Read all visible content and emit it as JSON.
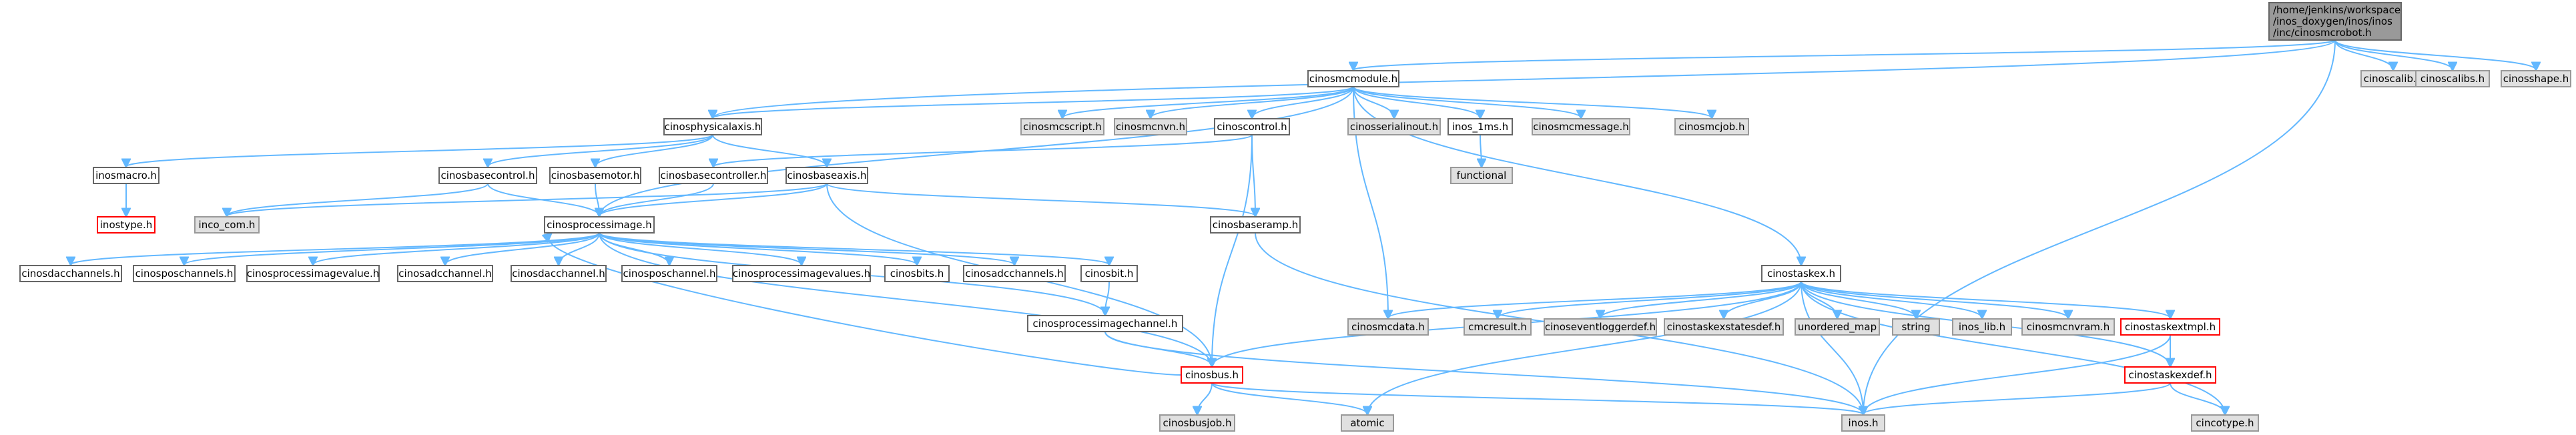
{
  "colors": {
    "edge": "#63b8ff",
    "box_border": "#666666",
    "box_fill_documented": "#ffffff",
    "box_fill_external": "#e0e0e0",
    "box_fill_root": "#999999",
    "box_border_red": "#ff0000",
    "text": "#000000"
  },
  "nodes": [
    {
      "id": "root",
      "lines": [
        "/home/jenkins/workspace",
        "/inos_doxygen/inos/inos",
        "/inc/cinosmcrobot.h"
      ],
      "style": "root"
    },
    {
      "id": "cinosmcmodule",
      "lines": [
        "cinosmcmodule.h"
      ],
      "style": "documented"
    },
    {
      "id": "cinoscalib",
      "lines": [
        "cinoscalib.h"
      ],
      "style": "external"
    },
    {
      "id": "cinoscalibs",
      "lines": [
        "cinoscalibs.h"
      ],
      "style": "external"
    },
    {
      "id": "cinosshape",
      "lines": [
        "cinosshape.h"
      ],
      "style": "external"
    },
    {
      "id": "cinosphysicalaxis",
      "lines": [
        "cinosphysicalaxis.h"
      ],
      "style": "documented"
    },
    {
      "id": "cinosmcscript",
      "lines": [
        "cinosmcscript.h"
      ],
      "style": "external"
    },
    {
      "id": "cinosmcnvn",
      "lines": [
        "cinosmcnvn.h"
      ],
      "style": "external"
    },
    {
      "id": "cinoscontrol",
      "lines": [
        "cinoscontrol.h"
      ],
      "style": "documented"
    },
    {
      "id": "cinosserialinout",
      "lines": [
        "cinosserialinout.h"
      ],
      "style": "external"
    },
    {
      "id": "inos1ms",
      "lines": [
        "inos_1ms.h"
      ],
      "style": "documented"
    },
    {
      "id": "cinosmcmessage",
      "lines": [
        "cinosmcmessage.h"
      ],
      "style": "external"
    },
    {
      "id": "cinosmcjob",
      "lines": [
        "cinosmcjob.h"
      ],
      "style": "external"
    },
    {
      "id": "inosmacro",
      "lines": [
        "inosmacro.h"
      ],
      "style": "documented"
    },
    {
      "id": "cinosbasecontrol",
      "lines": [
        "cinosbasecontrol.h"
      ],
      "style": "documented"
    },
    {
      "id": "cinosbasemotor",
      "lines": [
        "cinosbasemotor.h"
      ],
      "style": "documented"
    },
    {
      "id": "cinosbasecontroller",
      "lines": [
        "cinosbasecontroller.h"
      ],
      "style": "documented"
    },
    {
      "id": "cinosbaseaxis",
      "lines": [
        "cinosbaseaxis.h"
      ],
      "style": "documented"
    },
    {
      "id": "functional",
      "lines": [
        "functional"
      ],
      "style": "external"
    },
    {
      "id": "inostype",
      "lines": [
        "inostype.h"
      ],
      "style": "red"
    },
    {
      "id": "inco_com",
      "lines": [
        "inco_com.h"
      ],
      "style": "external"
    },
    {
      "id": "cinosprocessimage",
      "lines": [
        "cinosprocessimage.h"
      ],
      "style": "documented"
    },
    {
      "id": "cinosbaseramp",
      "lines": [
        "cinosbaseramp.h"
      ],
      "style": "documented"
    },
    {
      "id": "cinosdacchannels",
      "lines": [
        "cinosdacchannels.h"
      ],
      "style": "documented"
    },
    {
      "id": "cinosposchannels",
      "lines": [
        "cinosposchannels.h"
      ],
      "style": "documented"
    },
    {
      "id": "cinosprocessimagevalue",
      "lines": [
        "cinosprocessimagevalue.h"
      ],
      "style": "documented"
    },
    {
      "id": "cinosadcchannel",
      "lines": [
        "cinosadcchannel.h"
      ],
      "style": "documented"
    },
    {
      "id": "cinosdacchannel",
      "lines": [
        "cinosdacchannel.h"
      ],
      "style": "documented"
    },
    {
      "id": "cinosposchannel",
      "lines": [
        "cinosposchannel.h"
      ],
      "style": "documented"
    },
    {
      "id": "cinosprocessimagevalues",
      "lines": [
        "cinosprocessimagevalues.h"
      ],
      "style": "documented"
    },
    {
      "id": "cinosbits",
      "lines": [
        "cinosbits.h"
      ],
      "style": "documented"
    },
    {
      "id": "cinosadcchannels",
      "lines": [
        "cinosadcchannels.h"
      ],
      "style": "documented"
    },
    {
      "id": "cinosbit",
      "lines": [
        "cinosbit.h"
      ],
      "style": "documented"
    },
    {
      "id": "cinostaskex",
      "lines": [
        "cinostaskex.h"
      ],
      "style": "documented"
    },
    {
      "id": "cinosmcdata",
      "lines": [
        "cinosmcdata.h"
      ],
      "style": "external"
    },
    {
      "id": "cmcresult",
      "lines": [
        "cmcresult.h"
      ],
      "style": "external"
    },
    {
      "id": "cinoseventloggerdef",
      "lines": [
        "cinoseventloggerdef.h"
      ],
      "style": "external"
    },
    {
      "id": "cinostaskexstatesdef",
      "lines": [
        "cinostaskexstatesdef.h"
      ],
      "style": "external"
    },
    {
      "id": "unordered_map",
      "lines": [
        "unordered_map"
      ],
      "style": "external"
    },
    {
      "id": "string",
      "lines": [
        "string"
      ],
      "style": "external"
    },
    {
      "id": "inos_lib",
      "lines": [
        "inos_lib.h"
      ],
      "style": "external"
    },
    {
      "id": "cinosmcnvram",
      "lines": [
        "cinosmcnvram.h"
      ],
      "style": "external"
    },
    {
      "id": "cinostaskextmpl",
      "lines": [
        "cinostaskextmpl.h"
      ],
      "style": "red"
    },
    {
      "id": "cinosprocessimagechannel",
      "lines": [
        "cinosprocessimagechannel.h"
      ],
      "style": "documented"
    },
    {
      "id": "cinostaskexdef",
      "lines": [
        "cinostaskexdef.h"
      ],
      "style": "red"
    },
    {
      "id": "cinosbus",
      "lines": [
        "cinosbus.h"
      ],
      "style": "red"
    },
    {
      "id": "cinosbusjob",
      "lines": [
        "cinosbusjob.h"
      ],
      "style": "external"
    },
    {
      "id": "atomic",
      "lines": [
        "atomic"
      ],
      "style": "external"
    },
    {
      "id": "inos",
      "lines": [
        "inos.h"
      ],
      "style": "external"
    },
    {
      "id": "cincotype",
      "lines": [
        "cincotype.h"
      ],
      "style": "external"
    }
  ],
  "edges": [
    [
      "root",
      "cinosmcmodule"
    ],
    [
      "root",
      "cinoscalib"
    ],
    [
      "root",
      "cinoscalibs"
    ],
    [
      "root",
      "cinosshape"
    ],
    [
      "root",
      "cinosphysicalaxis"
    ],
    [
      "root",
      "inos"
    ],
    [
      "cinosmcmodule",
      "cinosphysicalaxis"
    ],
    [
      "cinosmcmodule",
      "cinosmcscript"
    ],
    [
      "cinosmcmodule",
      "cinosmcnvn"
    ],
    [
      "cinosmcmodule",
      "cinoscontrol"
    ],
    [
      "cinosmcmodule",
      "cinosserialinout"
    ],
    [
      "cinosmcmodule",
      "inos1ms"
    ],
    [
      "cinosmcmodule",
      "cinosmcmessage"
    ],
    [
      "cinosmcmodule",
      "cinosmcjob"
    ],
    [
      "cinosmcmodule",
      "cinosprocessimage"
    ],
    [
      "cinosmcmodule",
      "cinosmcdata"
    ],
    [
      "cinosmcmodule",
      "cinostaskex"
    ],
    [
      "cinosphysicalaxis",
      "inosmacro"
    ],
    [
      "cinosphysicalaxis",
      "cinosbasecontrol"
    ],
    [
      "cinosphysicalaxis",
      "cinosbasemotor"
    ],
    [
      "cinosphysicalaxis",
      "cinosbaseaxis"
    ],
    [
      "cinoscontrol",
      "cinosbasecontroller"
    ],
    [
      "cinoscontrol",
      "cinosbaseramp"
    ],
    [
      "cinoscontrol",
      "cinosbus"
    ],
    [
      "inos1ms",
      "functional"
    ],
    [
      "inosmacro",
      "inostype"
    ],
    [
      "cinosbasecontrol",
      "inco_com"
    ],
    [
      "cinosbasecontrol",
      "cinosprocessimage"
    ],
    [
      "cinosbasemotor",
      "cinosprocessimage"
    ],
    [
      "cinosbasecontroller",
      "cinosprocessimage"
    ],
    [
      "cinosbaseaxis",
      "inco_com"
    ],
    [
      "cinosbaseaxis",
      "cinosprocessimage"
    ],
    [
      "cinosbaseaxis",
      "cinosbaseramp"
    ],
    [
      "cinosbaseaxis",
      "cinosbus"
    ],
    [
      "cinosprocessimage",
      "cinosdacchannels"
    ],
    [
      "cinosprocessimage",
      "cinosposchannels"
    ],
    [
      "cinosprocessimage",
      "cinosprocessimagevalue"
    ],
    [
      "cinosprocessimage",
      "cinosadcchannel"
    ],
    [
      "cinosprocessimage",
      "cinosdacchannel"
    ],
    [
      "cinosprocessimage",
      "cinosposchannel"
    ],
    [
      "cinosprocessimage",
      "cinosprocessimagevalues"
    ],
    [
      "cinosprocessimage",
      "cinosbits"
    ],
    [
      "cinosprocessimage",
      "cinosadcchannels"
    ],
    [
      "cinosprocessimage",
      "cinosbit"
    ],
    [
      "cinosprocessimage",
      "cinosprocessimagechannel"
    ],
    [
      "cinosprocessimage",
      "cinosbus"
    ],
    [
      "cinosbit",
      "cinosprocessimagechannel"
    ],
    [
      "cinosprocessimagechannel",
      "cinosbus"
    ],
    [
      "cinosprocessimagechannel",
      "inos"
    ],
    [
      "cinosbaseramp",
      "inos"
    ],
    [
      "cinosbus",
      "cinosbusjob"
    ],
    [
      "cinosbus",
      "atomic"
    ],
    [
      "cinosbus",
      "inos"
    ],
    [
      "cinosbus",
      "cinosprocessimage"
    ],
    [
      "cinostaskex",
      "cinosmcdata"
    ],
    [
      "cinostaskex",
      "cmcresult"
    ],
    [
      "cinostaskex",
      "cinoseventloggerdef"
    ],
    [
      "cinostaskex",
      "cinostaskexstatesdef"
    ],
    [
      "cinostaskex",
      "unordered_map"
    ],
    [
      "cinostaskex",
      "string"
    ],
    [
      "cinostaskex",
      "inos_lib"
    ],
    [
      "cinostaskex",
      "cinosmcnvram"
    ],
    [
      "cinostaskex",
      "cinostaskextmpl"
    ],
    [
      "cinostaskex",
      "cinostaskexdef"
    ],
    [
      "cinostaskex",
      "cinosbus"
    ],
    [
      "cinostaskex",
      "atomic"
    ],
    [
      "cinostaskex",
      "inos"
    ],
    [
      "cinostaskex",
      "cincotype"
    ],
    [
      "cinostaskextmpl",
      "cinostaskexdef"
    ],
    [
      "cinostaskextmpl",
      "inos"
    ],
    [
      "cinostaskexdef",
      "inos"
    ],
    [
      "cinostaskexdef",
      "cincotype"
    ]
  ]
}
